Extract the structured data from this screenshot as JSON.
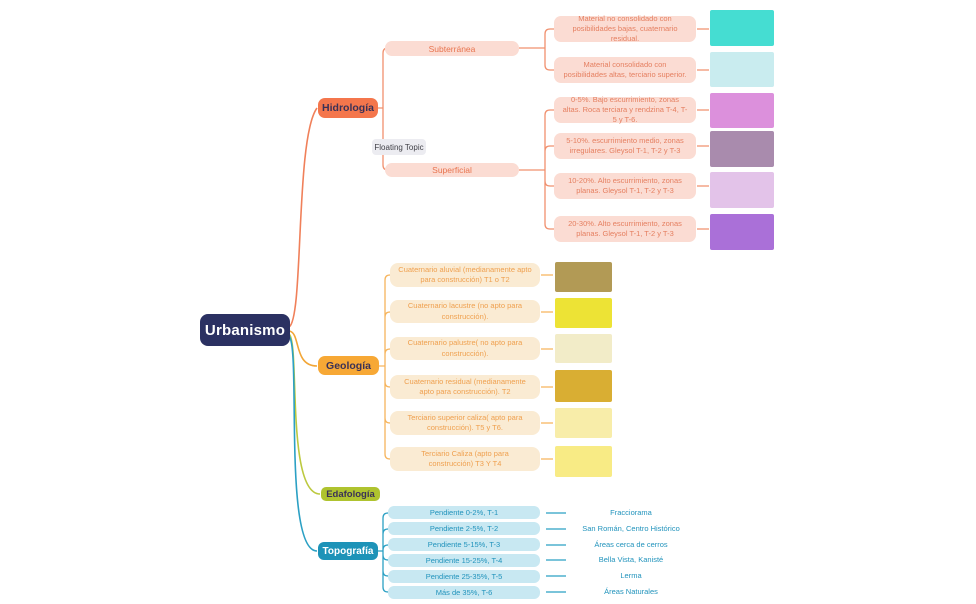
{
  "root": {
    "label": "Urbanismo",
    "color": "#2B3162"
  },
  "floating_topic": {
    "label": "Floating Topic"
  },
  "branches": {
    "hidrologia": {
      "label": "Hidrología",
      "color": "#F4764C",
      "subtopics": [
        {
          "label": "Subterránea"
        },
        {
          "label": "Superficial"
        }
      ],
      "items": [
        {
          "text": "Material no consolidado con posibilidades bajas, cuaternario residual.",
          "swatch": "#45DDD2"
        },
        {
          "text": "Material consolidado con posibilidades altas, terciario superior.",
          "swatch": "#C9ECEF"
        },
        {
          "text": "0-5%. Bajo escurrimiento, zonas altas. Roca terciara y rendzina T-4, T-5 y T-6.",
          "swatch": "#DC90DC"
        },
        {
          "text": "5-10%. escurrimiento medio, zonas irregulares. Gleysol T-1, T-2 y T-3",
          "swatch": "#A98BAD"
        },
        {
          "text": "10-20%. Alto escurrimiento, zonas planas. Gleysol T-1, T-2 y T-3",
          "swatch": "#E3C3E9"
        },
        {
          "text": "20-30%. Alto escurrimiento, zonas planas. Gleysol T-1, T-2 y T-3",
          "swatch": "#AA70D8"
        }
      ]
    },
    "geologia": {
      "label": "Geología",
      "color": "#F7A835",
      "items": [
        {
          "text": "Cuaternario aluvial (medianamente apto para construcción) T1 o T2",
          "swatch": "#B29A55"
        },
        {
          "text": "Cuaternario lacustre (no apto para construcción).",
          "swatch": "#EDE335"
        },
        {
          "text": "Cuaternario palustre( no apto para construcción).",
          "swatch": "#F2ECC8"
        },
        {
          "text": "Cuaternario residual (medianamente apto para construcción). T2",
          "swatch": "#D9AE33"
        },
        {
          "text": "Terciario superior caliza( apto para construcción). T5 y T6.",
          "swatch": "#F8EDA9"
        },
        {
          "text": "Terciario Caliza (apto para construcción) T3 Y T4",
          "swatch": "#F8EB85"
        }
      ]
    },
    "edafologia": {
      "label": "Edafología",
      "color": "#AFC32F"
    },
    "topografia": {
      "label": "Topografía",
      "color": "#1D93B8",
      "items": [
        {
          "text": "Pendiente 0-2%, T-1",
          "note": "Fracciorama"
        },
        {
          "text": "Pendiente 2-5%, T-2",
          "note": "San Román, Centro Histórico"
        },
        {
          "text": "Pendiente 5-15%, T-3",
          "note": "Áreas cerca de cerros"
        },
        {
          "text": "Pendiente 15-25%, T-4",
          "note": "Bella Vista, Kanisté"
        },
        {
          "text": "Pendiente 25-35%, T-5",
          "note": "Lerma"
        },
        {
          "text": "Más de 35%, T-6",
          "note": "Áreas Naturales"
        }
      ]
    }
  },
  "line_colors": {
    "hidrologia": "#F0906E",
    "geologia": "#F6B45C",
    "edafologia": "#BCC93F",
    "topografia": "#2BA0C4"
  }
}
